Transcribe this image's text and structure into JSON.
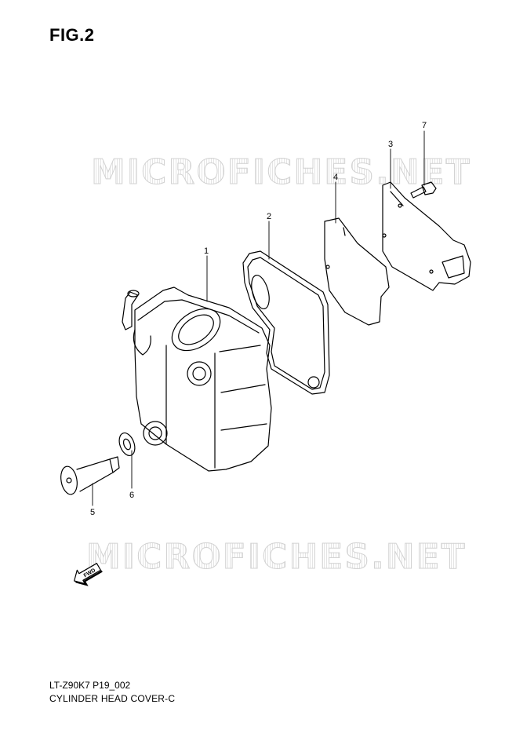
{
  "figure": {
    "title": "FIG.2"
  },
  "watermark": {
    "text": "MICROFICHES.NET"
  },
  "caption": {
    "code": "LT-Z90K7 P19_002",
    "name": "CYLINDER HEAD COVER-C"
  },
  "callouts": [
    {
      "id": "1",
      "label": "1"
    },
    {
      "id": "2",
      "label": "2"
    },
    {
      "id": "3",
      "label": "3"
    },
    {
      "id": "4",
      "label": "4"
    },
    {
      "id": "5",
      "label": "5"
    },
    {
      "id": "6",
      "label": "6"
    },
    {
      "id": "7",
      "label": "7"
    }
  ],
  "direction_marker": {
    "label": "FWD",
    "icon": "fwd-arrow-icon"
  }
}
